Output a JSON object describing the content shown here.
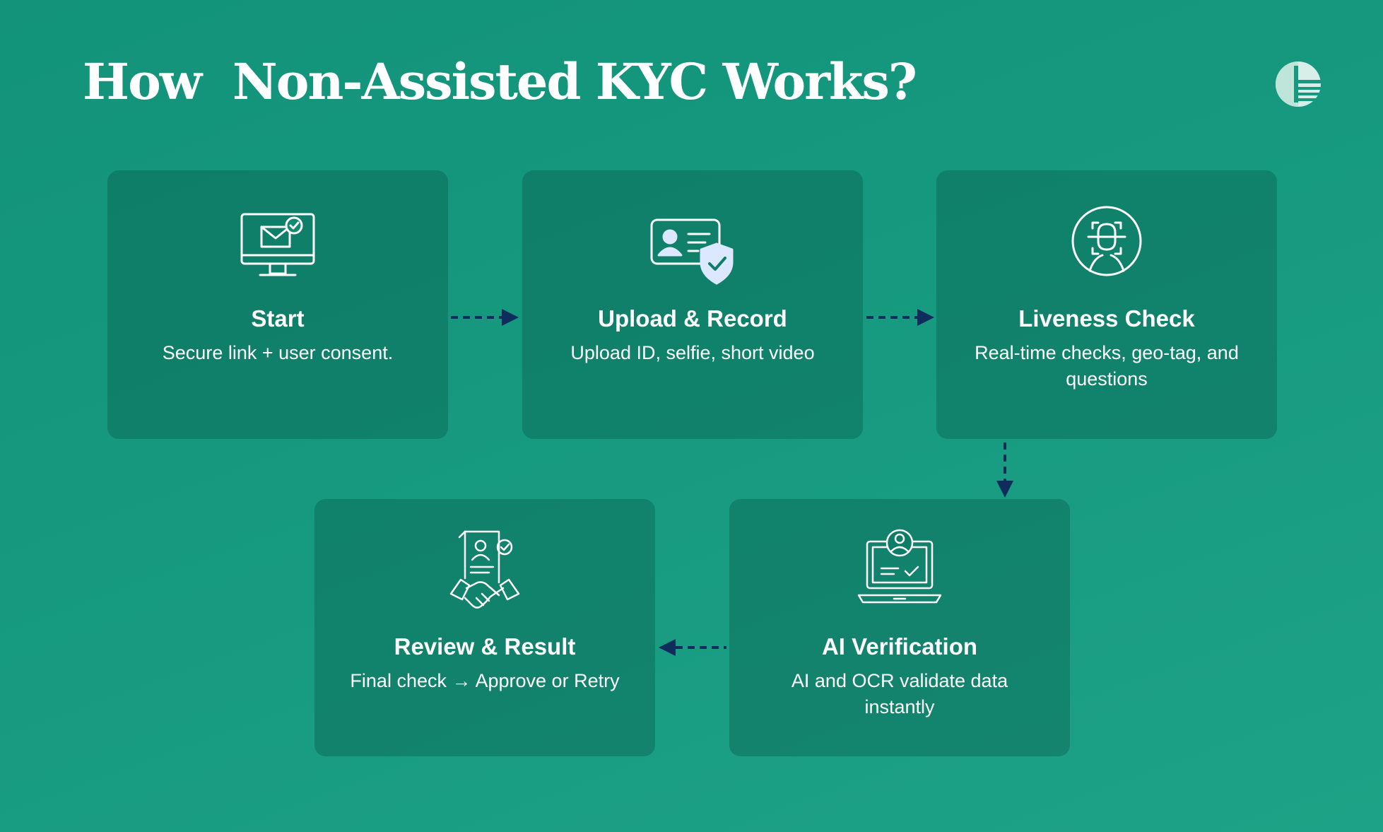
{
  "page": {
    "title": "How  Non-Assisted KYC Works?"
  },
  "steps": [
    {
      "title": "Start",
      "description": "Secure link + user consent.",
      "icon": "computer-envelope-check-icon"
    },
    {
      "title": "Upload & Record",
      "description": "Upload ID, selfie, short video",
      "icon": "id-card-shield-icon"
    },
    {
      "title": "Liveness Check",
      "description": "Real-time checks, geo-tag, and questions",
      "icon": "face-scan-icon"
    },
    {
      "title": "AI Verification",
      "description": "AI and OCR validate data instantly",
      "icon": "laptop-user-check-icon"
    },
    {
      "title": "Review & Result",
      "description": "Final check → Approve or Retry",
      "icon": "document-handshake-icon"
    }
  ],
  "colors": {
    "background": "#16997f",
    "card": "#0d7a64",
    "arrow": "#0f2d5c",
    "icon_accent": "#dbe8ff"
  },
  "logo": {
    "icon": "brand-logo-icon"
  }
}
